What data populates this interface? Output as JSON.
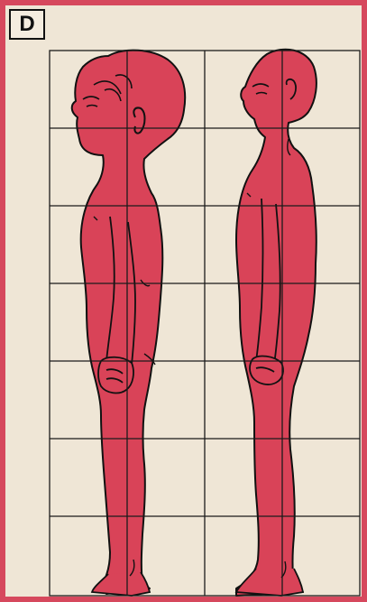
{
  "panel": {
    "label": "D"
  },
  "colors": {
    "background": "#efe6d6",
    "frame": "#d6485d",
    "figure_fill": "#d94358",
    "outline": "#111111",
    "grid": "#1b1b1b"
  },
  "grid": {
    "columns": 2,
    "rows": 7
  },
  "figures": [
    {
      "name": "child-profile"
    },
    {
      "name": "adult-profile"
    }
  ]
}
